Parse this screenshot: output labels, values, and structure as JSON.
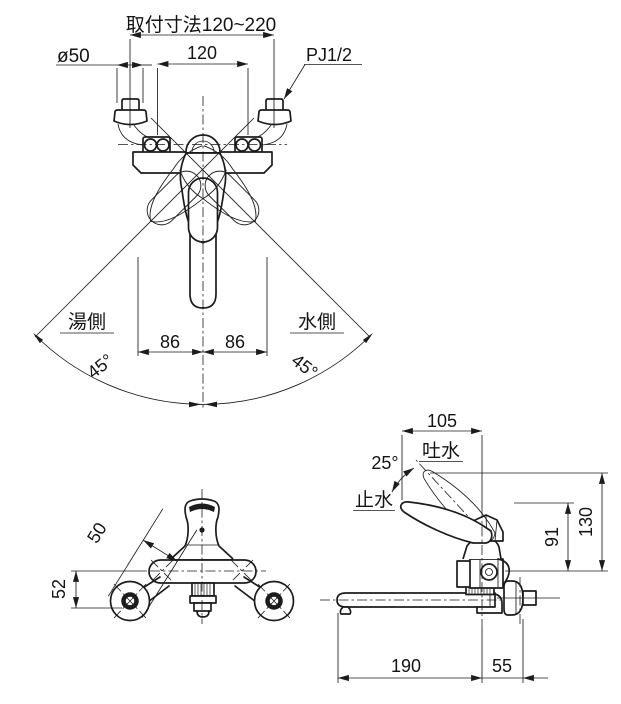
{
  "drawing": {
    "kind": "faucet-dimension-drawing",
    "colors": {
      "ink": "#1c1c1c",
      "background": "#ffffff"
    },
    "top_view": {
      "mounting_dim": "取付寸法120~220",
      "flange_dia": "ø50",
      "pitch_dim": "120",
      "thread_label": "PJ1/2",
      "hot_side": "湯側",
      "cold_side": "水側",
      "handle_swing_left": "86",
      "handle_swing_right": "86",
      "swing_angle_left": "45°",
      "swing_angle_right": "45°"
    },
    "front_view": {
      "flange_dia": "50",
      "offset_dim": "52"
    },
    "side_view": {
      "handle_reach": "105",
      "discharge_label": "吐水",
      "lever_angle": "25°",
      "stop_label": "止水",
      "height_open": "130",
      "height_closed": "91",
      "spout_length": "190",
      "wall_offset": "55"
    }
  }
}
